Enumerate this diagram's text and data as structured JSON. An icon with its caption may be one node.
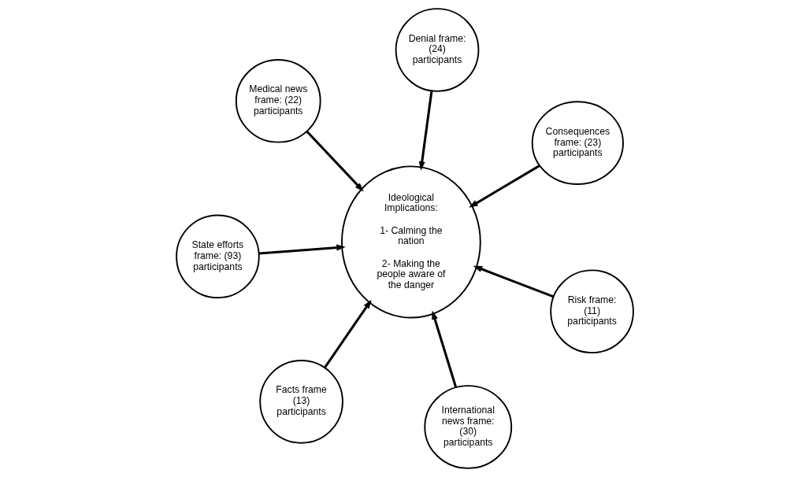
{
  "diagram": {
    "nodes": [
      {
        "text": [
          "State efforts frame: (93) participants"
        ]
      },
      {
        "text": [
          "Ideological Implications:",
          "1- Calming the nation",
          "2- Making the people aware of the danger"
        ]
      },
      {
        "text": [
          "International news frame: (30) participants"
        ]
      },
      {
        "text": [
          "Denial frame: (24) participants"
        ]
      },
      {
        "text": [
          "Consequences frame: (23) participants"
        ]
      },
      {
        "text": [
          "Medical news frame: (22) participants"
        ]
      },
      {
        "text": [
          "Facts frame (13) participants"
        ]
      },
      {
        "text": [
          "Risk frame: (11) participants"
        ]
      }
    ],
    "edges": [
      {
        "from": 0,
        "to": 1,
        "arrow": "to"
      },
      {
        "from": 2,
        "to": 1,
        "arrow": "to"
      },
      {
        "from": 3,
        "to": 1,
        "arrow": "to"
      },
      {
        "from": 4,
        "to": 1,
        "arrow": "to"
      },
      {
        "from": 5,
        "to": 1,
        "arrow": "to"
      },
      {
        "from": 6,
        "to": 1,
        "arrow": "to"
      },
      {
        "from": 7,
        "to": 1,
        "arrow": "to"
      }
    ]
  }
}
